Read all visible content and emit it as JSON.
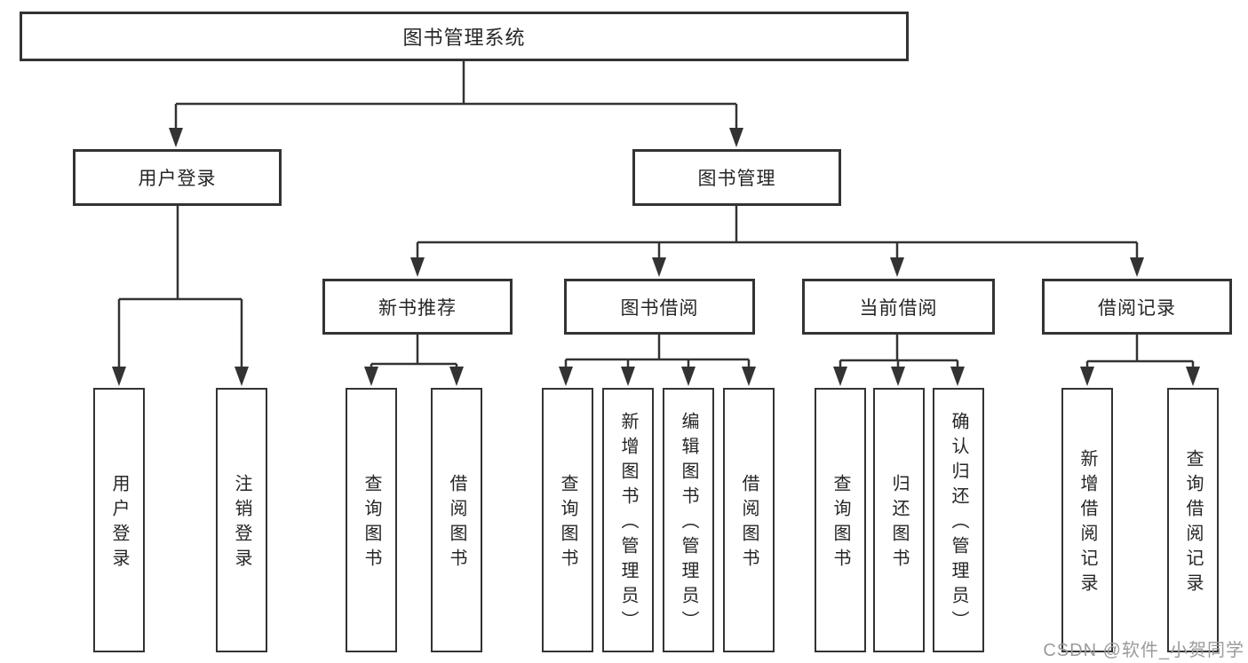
{
  "diagram": {
    "root": "图书管理系统",
    "branches": {
      "user": "用户登录",
      "book": "图书管理"
    },
    "book_children": {
      "recommend": "新书推荐",
      "borrow": "图书借阅",
      "current": "当前借阅",
      "records": "借阅记录"
    },
    "leaves": {
      "user_login": "用户登录",
      "user_logout": "注销登录",
      "rec_query_books": "查询图书",
      "rec_borrow_books": "借阅图书",
      "bor_query_books": "查询图书",
      "bor_add_books": "新增图书（管理员）",
      "bor_edit_books": "编辑图书（管理员）",
      "bor_borrow_books": "借阅图书",
      "cur_query_books": "查询图书",
      "cur_return_books": "归还图书",
      "cur_confirm_return": "确认归还（管理员）",
      "log_add_record": "新增借阅记录",
      "log_query_record": "查询借阅记录"
    },
    "watermark": "CSDN @软件_小贺同学",
    "colors": {
      "line": "#333333",
      "text": "#262626",
      "watermark": "#9b9b9b",
      "background": "#ffffff"
    }
  }
}
